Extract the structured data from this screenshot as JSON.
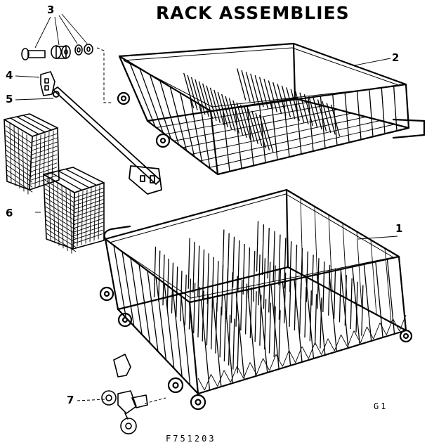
{
  "title": "RACK ASSEMBLIES",
  "callouts": [
    "1",
    "2",
    "3",
    "4",
    "5",
    "6",
    "7"
  ],
  "figure_code": "F751203",
  "sheet_code": "G1"
}
